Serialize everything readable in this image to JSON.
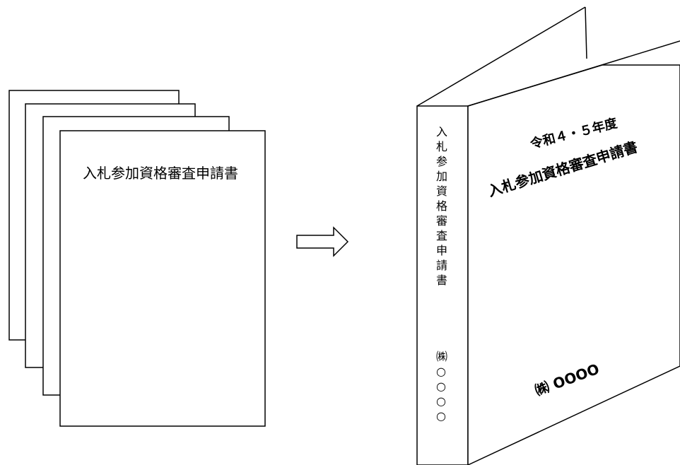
{
  "documents": {
    "sheet_title": "入札参加資格審査申請書"
  },
  "binder": {
    "spine_title": [
      "入",
      "札",
      "参",
      "加",
      "資",
      "格",
      "審",
      "査",
      "申",
      "請",
      "書"
    ],
    "spine_company": [
      "㈱",
      "○",
      "○",
      "○",
      "○"
    ],
    "cover_line1": "令和４・５年度",
    "cover_line2": "入札参加資格審査申請書",
    "cover_company": "㈱ OOOO"
  },
  "arrow": {
    "icon": "right-arrow-icon"
  }
}
